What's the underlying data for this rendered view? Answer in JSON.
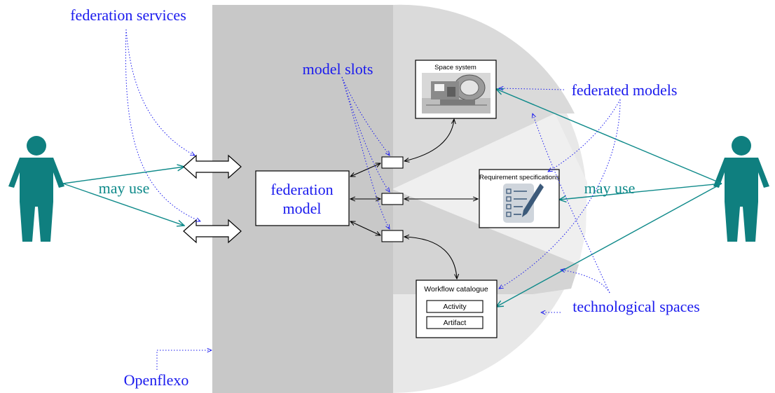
{
  "labels": {
    "federation_services": "federation services",
    "model_slots": "model slots",
    "federated_models": "federated models",
    "may_use_left": "may use",
    "may_use_right": "may use",
    "technological_spaces": "technological spaces",
    "openflexo": "Openflexo"
  },
  "federation_model": {
    "line1": "federation",
    "line2": "model"
  },
  "models": {
    "space_system": {
      "title": "Space system"
    },
    "requirements": {
      "title": "Requirement specifications"
    },
    "workflow": {
      "title": "Workflow catalogue",
      "items": [
        "Activity",
        "Artifact"
      ]
    }
  },
  "colors": {
    "annotation": "#1a1aee",
    "actor": "#0f7f7f",
    "may_use": "#0f8a8a",
    "openflexo_band": "#c8c8c8",
    "spaces_light": "#e6e6e6",
    "spaces_mid": "#dadada",
    "spaces_band": "#d0d0d0"
  }
}
